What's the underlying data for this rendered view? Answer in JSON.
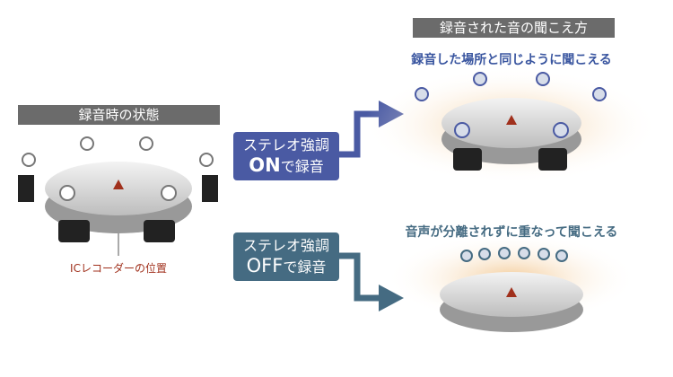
{
  "left": {
    "title": "録音時の状態",
    "recorder_label": "ICレコーダーの位置"
  },
  "on_box": {
    "line1": "ステレオ強調",
    "mode": "ON",
    "rest": "で録音"
  },
  "off_box": {
    "line1": "ステレオ強調",
    "mode": "OFF",
    "rest": "で録音"
  },
  "right": {
    "title": "録音された音の聞こえ方",
    "on_result": "録音した場所と同じように聞こえる",
    "off_result": "音声が分離されずに重なって聞こえる"
  },
  "colors": {
    "on": "#4a5aa3",
    "off": "#456b82",
    "header": "#6b6b6b",
    "marker": "#a0301c"
  }
}
